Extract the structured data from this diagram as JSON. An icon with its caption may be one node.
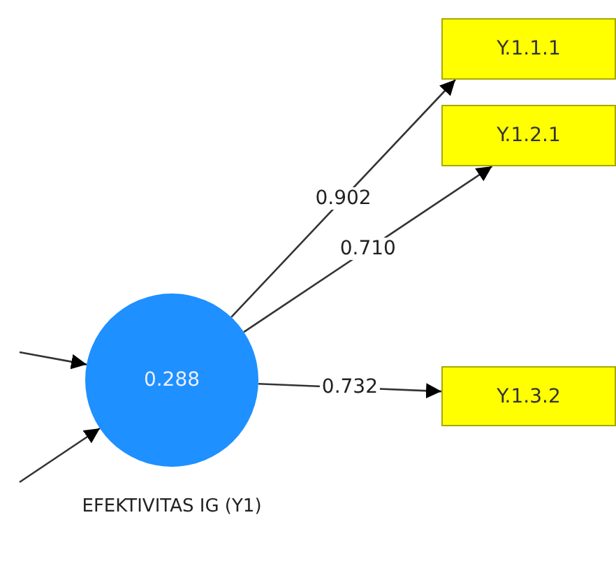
{
  "diagram": {
    "nodes": [
      {
        "text": [
          "0.288"
        ],
        "beside": [
          "EFEKTIVITAS IG (Y1)"
        ]
      },
      {
        "text": [
          "Y.1.1.1"
        ]
      },
      {
        "text": [
          "Y.1.2.1"
        ]
      },
      {
        "text": [
          "Y.1.3.2"
        ]
      }
    ],
    "edges": [
      {
        "from": null,
        "to": 0,
        "arrow": "to"
      },
      {
        "from": null,
        "to": 0,
        "arrow": "to"
      },
      {
        "from": 0,
        "to": 1,
        "arrow": "to",
        "label": "0.902"
      },
      {
        "from": 0,
        "to": 2,
        "arrow": "to",
        "label": "0.710"
      },
      {
        "from": 0,
        "to": 3,
        "arrow": "to",
        "label": "0.732"
      }
    ]
  }
}
